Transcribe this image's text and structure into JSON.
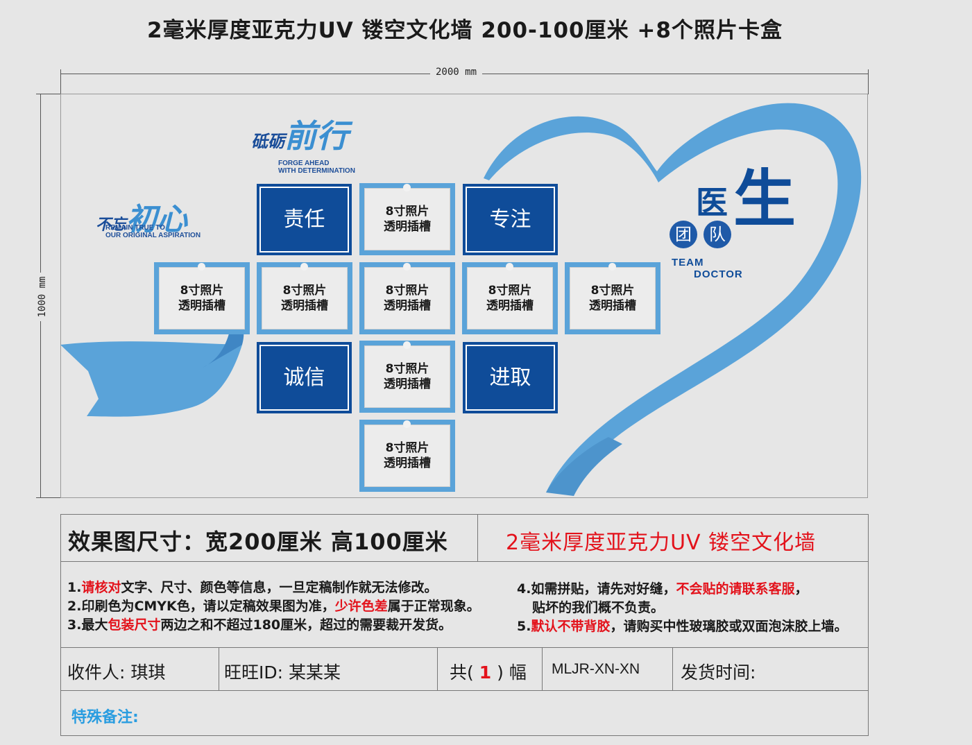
{
  "title": "2毫米厚度亚克力UV 镂空文化墙 200-100厘米 +8个照片卡盒",
  "dimensions": {
    "width_label": "2000 mm",
    "height_label": "1000 mm"
  },
  "slogans": {
    "left": {
      "small": "不忘",
      "big": "初心",
      "en_line1": "REMAIN TRUE TO",
      "en_line2": "OUR ORIGINAL ASPIRATION"
    },
    "top": {
      "small": "砥砺",
      "big": "前行",
      "en_line1": "FORGE AHEAD",
      "en_line2": "WITH DETERMINATION"
    }
  },
  "team": {
    "yi": "医",
    "sheng": "生",
    "tuan": "团",
    "dui": "队",
    "en_line1": "TEAM",
    "en_line2": "DOCTOR"
  },
  "values": [
    "责任",
    "专注",
    "诚信",
    "进取"
  ],
  "photo_slot": {
    "line1": "8寸照片",
    "line2": "透明插槽"
  },
  "info": {
    "size_label": "效果图尺寸：宽200厘米  高100厘米",
    "product": "2毫米厚度亚克力UV 镂空文化墙",
    "notes": {
      "n1_pre": "1.",
      "n1_red": "请核对",
      "n1_post": "文字、尺寸、颜色等信息，一旦定稿制作就无法修改。",
      "n2_pre": "2.印刷色为CMYK色，请以定稿效果图为准，",
      "n2_red": "少许色差",
      "n2_post": "属于正常现象。",
      "n3_pre": "3.最大",
      "n3_red": "包装尺寸",
      "n3_post": "两边之和不超过180厘米，超过的需要裁开发货。",
      "n4_pre": "4.如需拼贴，请先对好缝，",
      "n4_red": "不会贴的请联系客服",
      "n4_post": "，",
      "n4_line2": "贴坏的我们概不负责。",
      "n5_pre": "5.",
      "n5_red": "默认不带背胶",
      "n5_post": "，请购买中性玻璃胶或双面泡沫胶上墙。"
    },
    "recipient": "收件人:  琪琪",
    "wangwang": "旺旺ID:  某某某",
    "count_pre": "共(",
    "count": "1",
    "count_post": ")  幅",
    "code": "MLJR-XN-XN",
    "ship_time": "发货时间:",
    "remark": "特殊备注:"
  },
  "colors": {
    "navy": "#0f4c99",
    "light_blue": "#5aa3d9",
    "red": "#e3121b",
    "remark_blue": "#2a9de0"
  }
}
